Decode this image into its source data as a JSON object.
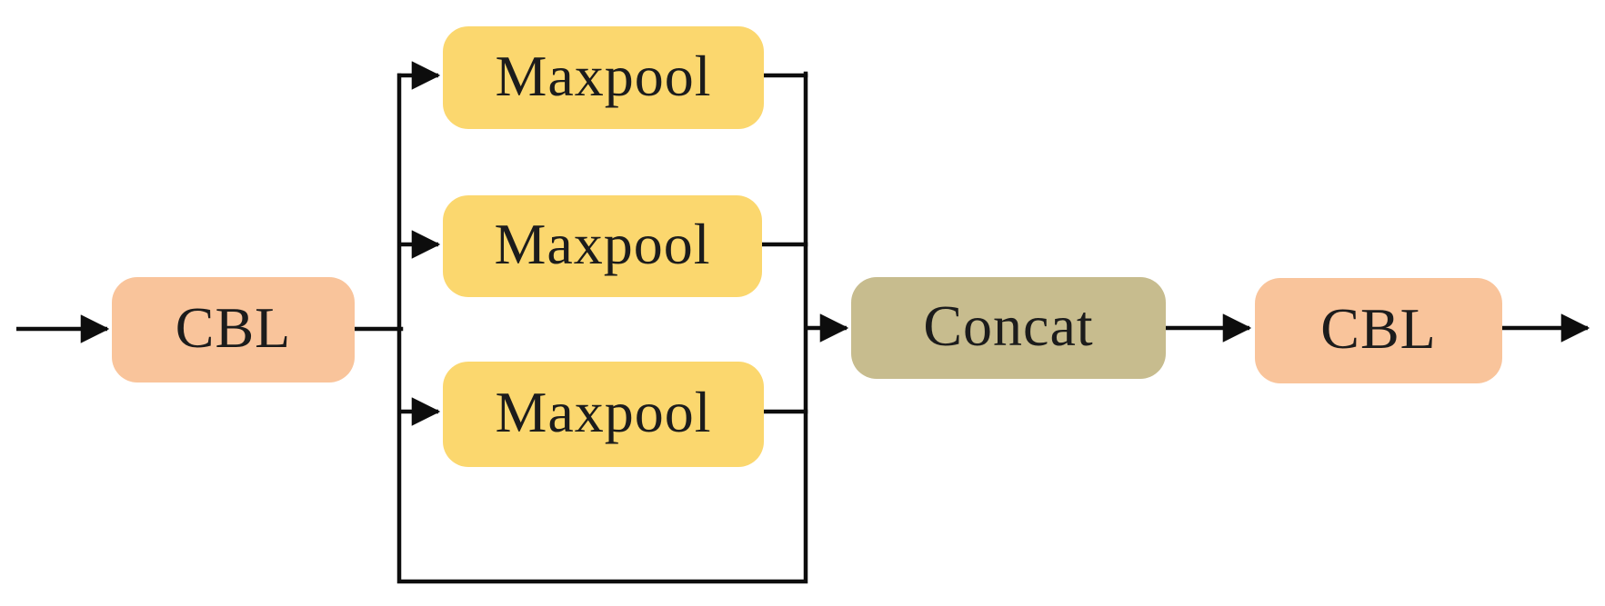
{
  "diagram": {
    "description": "SPP (spatial pyramid pooling) style block diagram: input CBL splits into three parallel Maxpool branches plus a bypass, merged by Concat, followed by CBL output",
    "background_color": "#ffffff",
    "line_color": "#0d0d0d",
    "text_color": "#1c1c1c",
    "nodes": {
      "cbl_in": {
        "label": "CBL",
        "fill": "#F9C49B"
      },
      "maxpool_top": {
        "label": "Maxpool",
        "fill": "#FBD76E"
      },
      "maxpool_mid": {
        "label": "Maxpool",
        "fill": "#FBD76E"
      },
      "maxpool_bottom": {
        "label": "Maxpool",
        "fill": "#FBD76E"
      },
      "concat": {
        "label": "Concat",
        "fill": "#C7BC8E"
      },
      "cbl_out": {
        "label": "CBL",
        "fill": "#F9C49B"
      }
    },
    "connections": [
      {
        "from": "input",
        "to": "cbl_in",
        "arrow": true
      },
      {
        "from": "cbl_in",
        "to": "split-bus",
        "arrow": false
      },
      {
        "from": "split-bus",
        "to": "maxpool_top",
        "arrow": true
      },
      {
        "from": "split-bus",
        "to": "maxpool_mid",
        "arrow": true
      },
      {
        "from": "split-bus",
        "to": "maxpool_bottom",
        "arrow": true
      },
      {
        "from": "maxpool_top",
        "to": "merge-bus",
        "arrow": false
      },
      {
        "from": "maxpool_mid",
        "to": "merge-bus",
        "arrow": false
      },
      {
        "from": "maxpool_bottom",
        "to": "merge-bus",
        "arrow": false
      },
      {
        "from": "split-bus",
        "to": "merge-bus",
        "arrow": false,
        "via": "bottom-bypass"
      },
      {
        "from": "merge-bus",
        "to": "concat",
        "arrow": true
      },
      {
        "from": "concat",
        "to": "cbl_out",
        "arrow": true
      },
      {
        "from": "cbl_out",
        "to": "output",
        "arrow": true
      }
    ]
  }
}
